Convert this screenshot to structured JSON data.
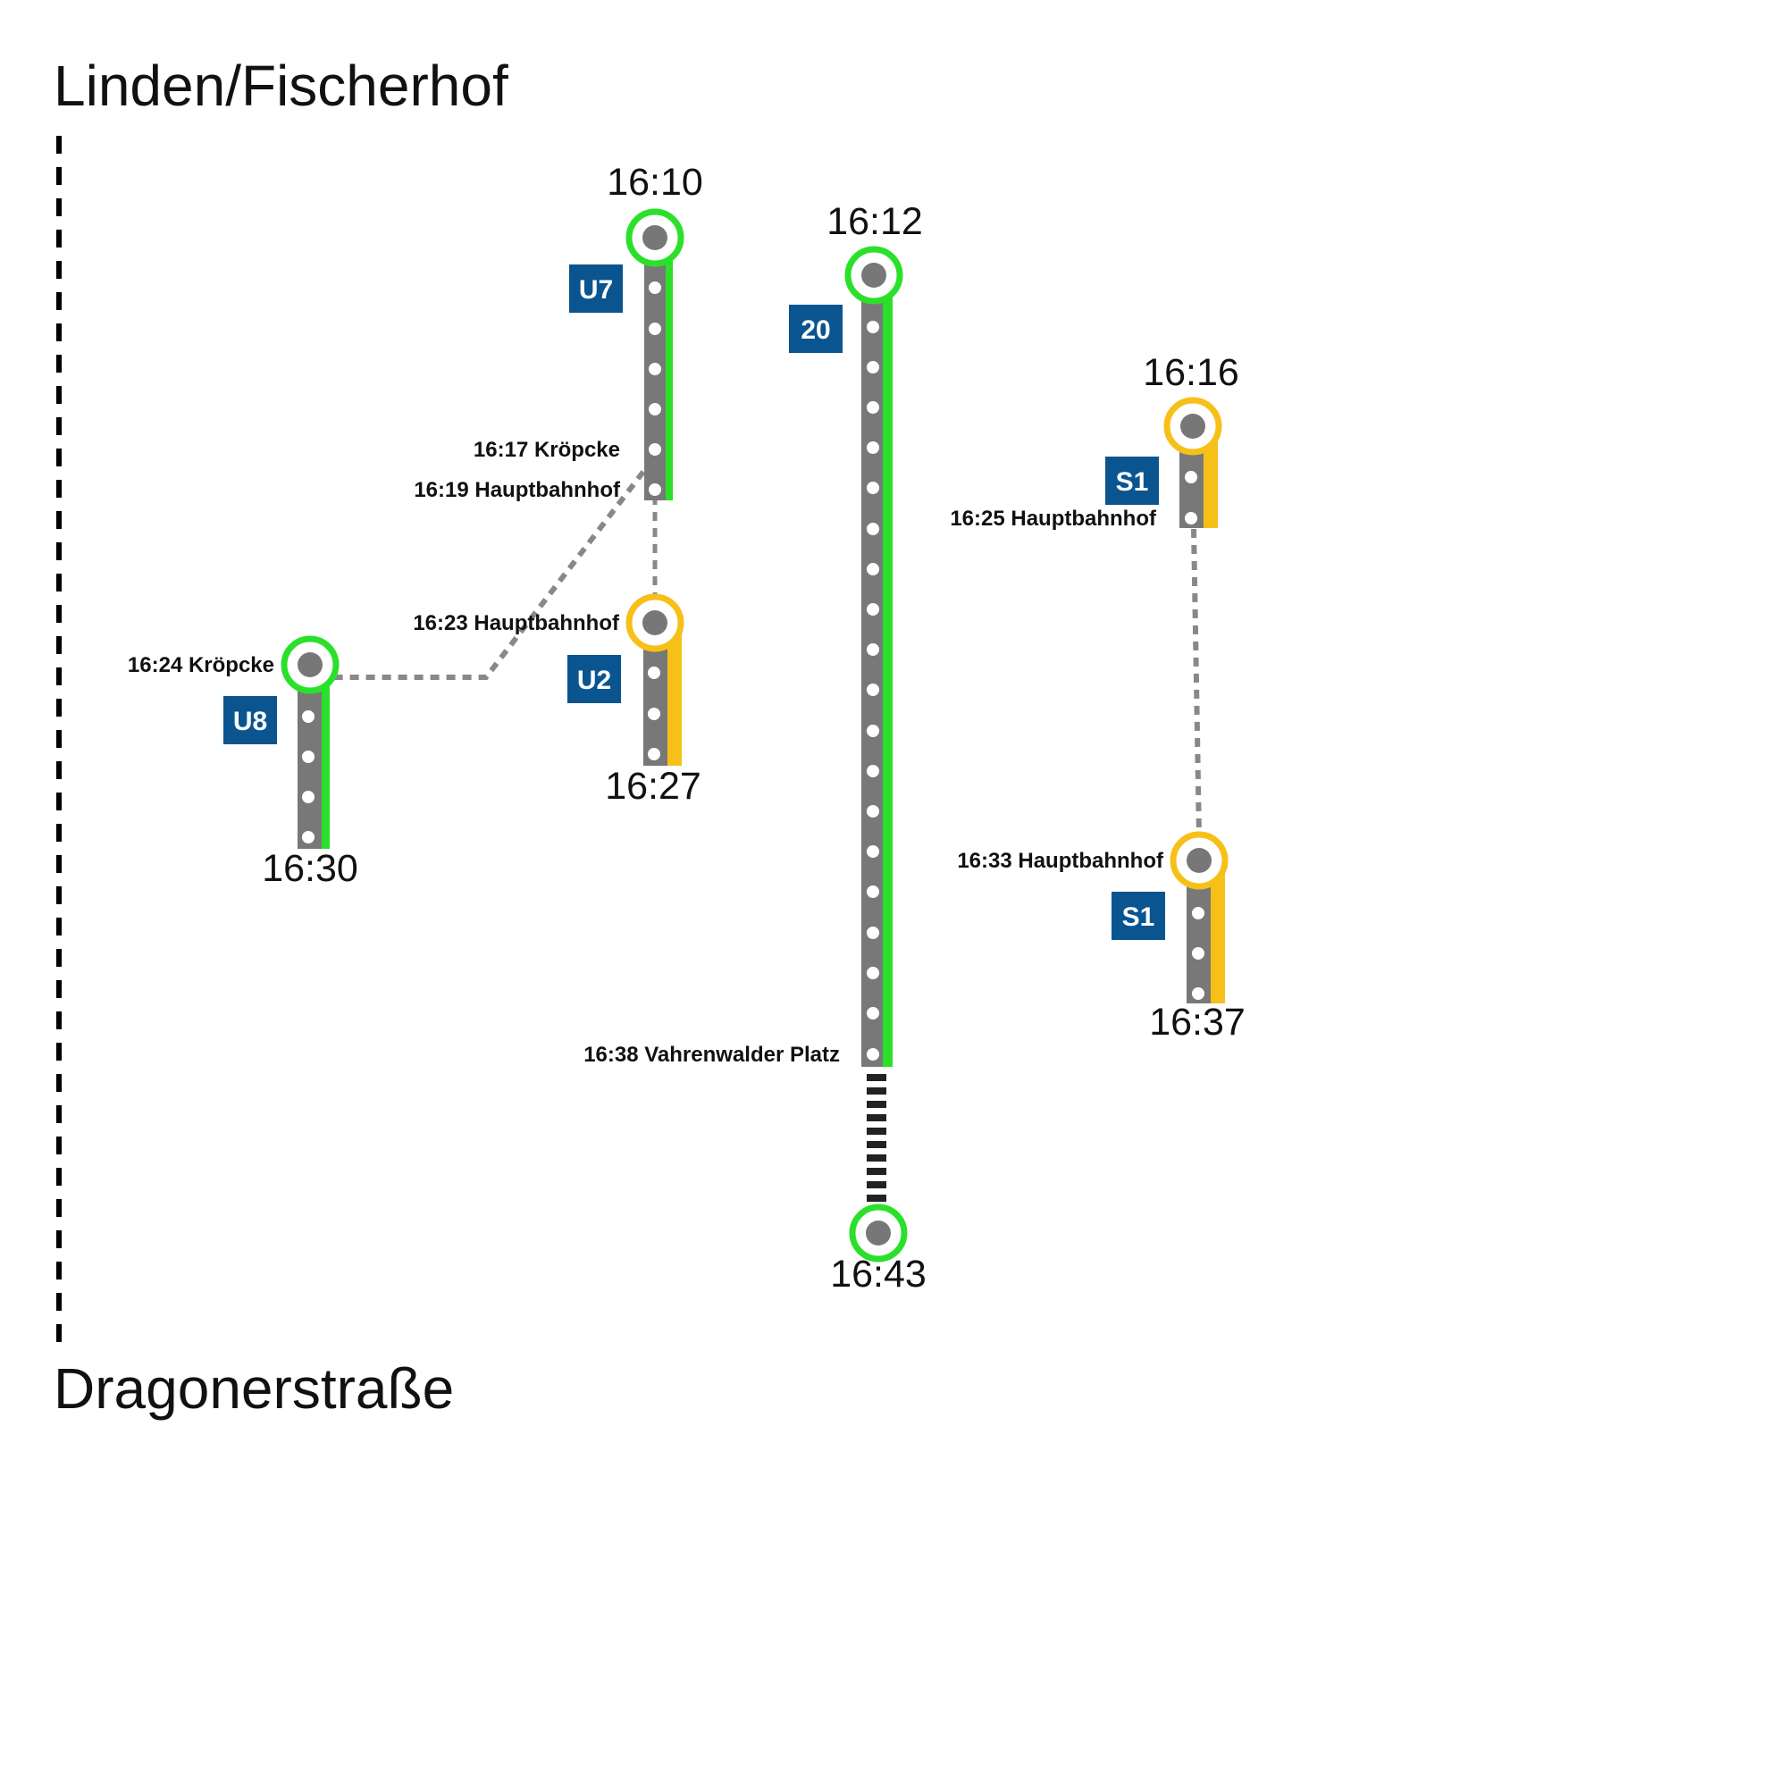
{
  "origin": "Linden/Fischerhof",
  "destination": "Dragonerstraße",
  "colors": {
    "badge": "#0a5590",
    "green": "#2be02b",
    "yellow": "#f7c018",
    "track": "#787878",
    "transfer": "#888888",
    "walk": "#222222",
    "axis": "#000000"
  },
  "legs": [
    {
      "line": "U7",
      "color": "green",
      "departure": "16:10",
      "intermediate_stops": 6,
      "labels": [
        "16:17 Kröpcke",
        "16:19 Hauptbahnhof"
      ]
    },
    {
      "line": "U2",
      "color": "yellow",
      "departure_label": "16:23 Hauptbahnhof",
      "arrival": "16:27",
      "intermediate_stops": 3
    },
    {
      "line": "U8",
      "color": "green",
      "departure_label": "16:24 Kröpcke",
      "arrival": "16:30",
      "intermediate_stops": 4
    },
    {
      "line": "20",
      "color": "green",
      "departure": "16:12",
      "intermediate_stops": 19,
      "labels": [
        "16:38 Vahrenwalder Platz"
      ],
      "walk_arrival": "16:43"
    },
    {
      "line": "S1",
      "color": "yellow",
      "departure": "16:16",
      "intermediate_stops": 2,
      "labels": [
        "16:25 Hauptbahnhof"
      ]
    },
    {
      "line": "S1",
      "color": "yellow",
      "departure_label": "16:33 Hauptbahnhof",
      "arrival": "16:37",
      "intermediate_stops": 3
    }
  ]
}
